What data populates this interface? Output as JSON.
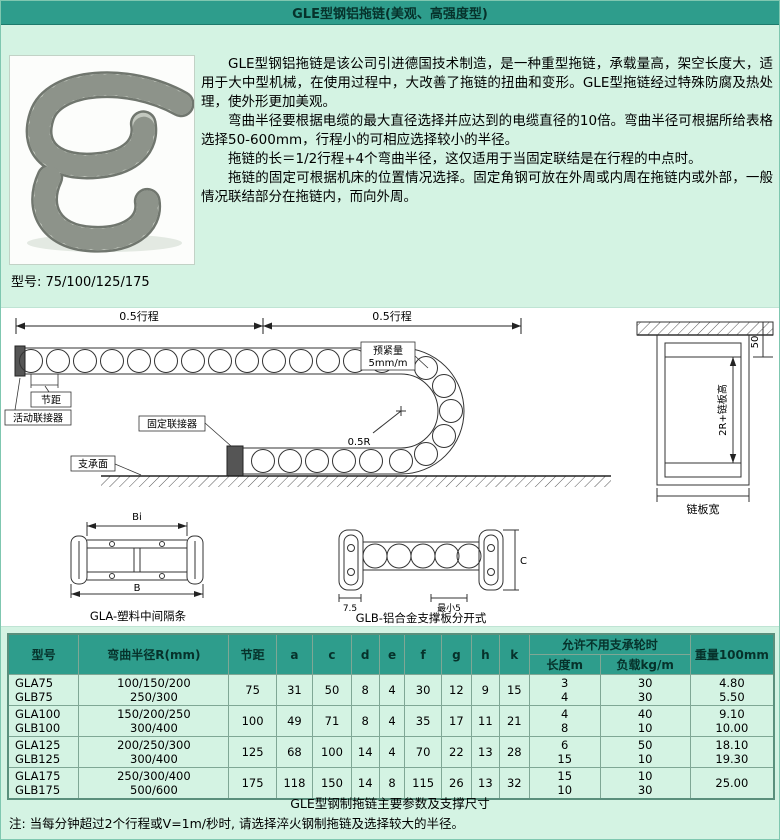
{
  "page": {
    "title": "GLE型钢铝拖链(美观、高强度型)",
    "model_line": "型号: 75/100/125/175",
    "intro_p1": "GLE型钢铝拖链是该公司引进德国技术制造，是一种重型拖链，承载量高，架空长度大，适用于大中型机械，在使用过程中，大改善了拖链的扭曲和变形。GLE型拖链经过特殊防腐及热处理，使外形更加美观。",
    "intro_p2": "弯曲半径要根据电缆的最大直径选择并应达到的电缆直径的10倍。弯曲半径可根据所给表格选择50-600mm，行程小的可相应选择较小的半径。",
    "intro_p3": "拖链的长＝1/2行程+4个弯曲半径，这仅适用于当固定联结是在行程的中点时。",
    "intro_p4": "拖链的固定可根据机床的位置情况选择。固定角钢可放在外周或内周在拖链内或外部，一般情况联结部分在拖链内，而向外周。"
  },
  "diagram": {
    "stroke_left": "0.5行程",
    "stroke_right": "0.5行程",
    "pitch": "节距",
    "mobile_connector": "活动联接器",
    "fixed_connector": "固定联接器",
    "support_surface": "支承面",
    "pretension_1": "预紧量",
    "pretension_2": "5mm/m",
    "half_r": "0.5R",
    "dim_50": "50",
    "dim_2r": "2R+链板高",
    "plate_width": "链板宽",
    "dim_bi": "Bi",
    "dim_b": "B",
    "gla_caption": "GLA-塑料中间隔条",
    "dim_c": "C",
    "dim_75": "7.5",
    "dim_min5": "最小5",
    "glb_caption": "GLB-铝合金支撑板分开式"
  },
  "table": {
    "headers": {
      "model": "型号",
      "radius": "弯曲半径R(mm)",
      "pitch": "节距",
      "a": "a",
      "c": "c",
      "d": "d",
      "e": "e",
      "f": "f",
      "g": "g",
      "h": "h",
      "k": "k",
      "no_support": "允许不用支承轮时",
      "length": "长度m",
      "load": "负载kg/m",
      "weight": "重量100mm"
    },
    "rows": [
      {
        "models": [
          "GLA75",
          "GLB75"
        ],
        "radius": [
          "100/150/200",
          "250/300"
        ],
        "pitch": "75",
        "a": "31",
        "c": "50",
        "d": "8",
        "e": "4",
        "f": "30",
        "g": "12",
        "h": "9",
        "k": "15",
        "length": [
          "3",
          "4"
        ],
        "load": [
          "30",
          "30"
        ],
        "weight": [
          "4.80",
          "5.50"
        ]
      },
      {
        "models": [
          "GLA100",
          "GLB100"
        ],
        "radius": [
          "150/200/250",
          "300/400"
        ],
        "pitch": "100",
        "a": "49",
        "c": "71",
        "d": "8",
        "e": "4",
        "f": "35",
        "g": "17",
        "h": "11",
        "k": "21",
        "length": [
          "4",
          "8"
        ],
        "load": [
          "40",
          "10"
        ],
        "weight": [
          "9.10",
          "10.00"
        ]
      },
      {
        "models": [
          "GLA125",
          "GLB125"
        ],
        "radius": [
          "200/250/300",
          "300/400"
        ],
        "pitch": "125",
        "a": "68",
        "c": "100",
        "d": "14",
        "e": "4",
        "f": "70",
        "g": "22",
        "h": "13",
        "k": "28",
        "length": [
          "6",
          "15"
        ],
        "load": [
          "50",
          "10"
        ],
        "weight": [
          "18.10",
          "19.30"
        ]
      },
      {
        "models": [
          "GLA175",
          "GLB175"
        ],
        "radius": [
          "250/300/400",
          "500/600"
        ],
        "pitch": "175",
        "a": "118",
        "c": "150",
        "d": "14",
        "e": "8",
        "f": "115",
        "g": "26",
        "h": "13",
        "k": "32",
        "length": [
          "15",
          "10"
        ],
        "load": [
          "10",
          "30"
        ],
        "weight": [
          "25.00"
        ]
      }
    ]
  },
  "footer": {
    "table_caption": "GLE型钢制拖链主要参数及支撑尺寸",
    "note": "注: 当每分钟超过2个行程或V=1m/秒时, 请选择淬火钢制拖链及选择较大的半径。"
  }
}
